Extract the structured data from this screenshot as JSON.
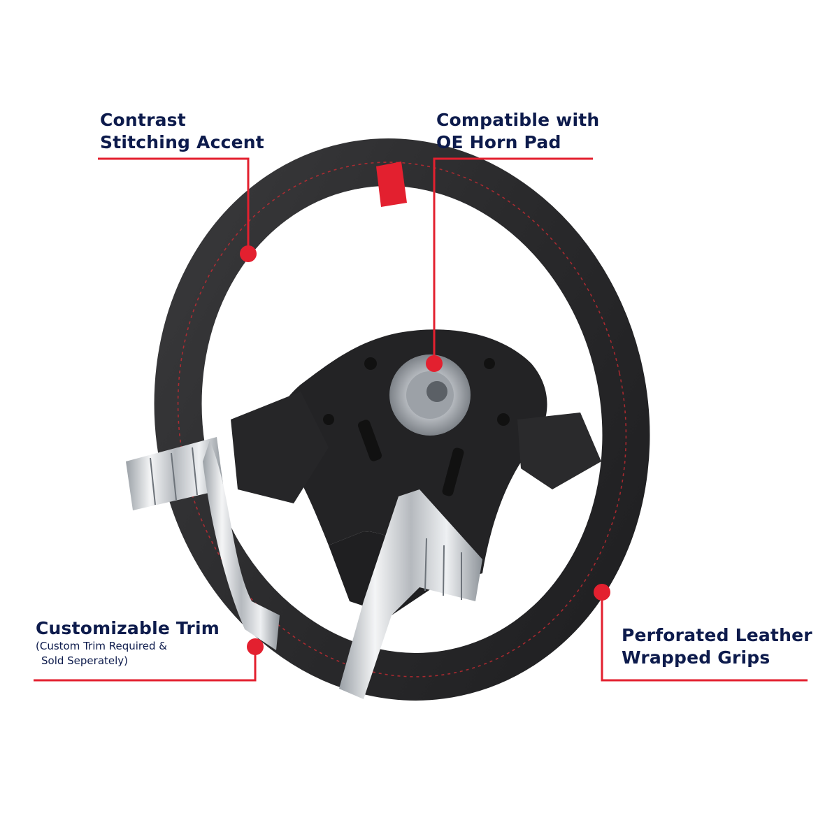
{
  "callouts": {
    "stitching": {
      "line1": "Contrast",
      "line2": "Stitching Accent"
    },
    "horn_pad": {
      "line1": "Compatible with",
      "line2": "OE Horn Pad"
    },
    "trim": {
      "line1": "Customizable Trim",
      "note1": "(Custom Trim Required &",
      "note2": "Sold Seperately)"
    },
    "grips": {
      "line1": "Perforated Leather",
      "line2": "Wrapped Grips"
    }
  },
  "colors": {
    "accent_red": "#e3202f",
    "text_navy": "#0d1b4c",
    "leather": "#2b2b2d",
    "chrome": "#cfd2d6"
  }
}
